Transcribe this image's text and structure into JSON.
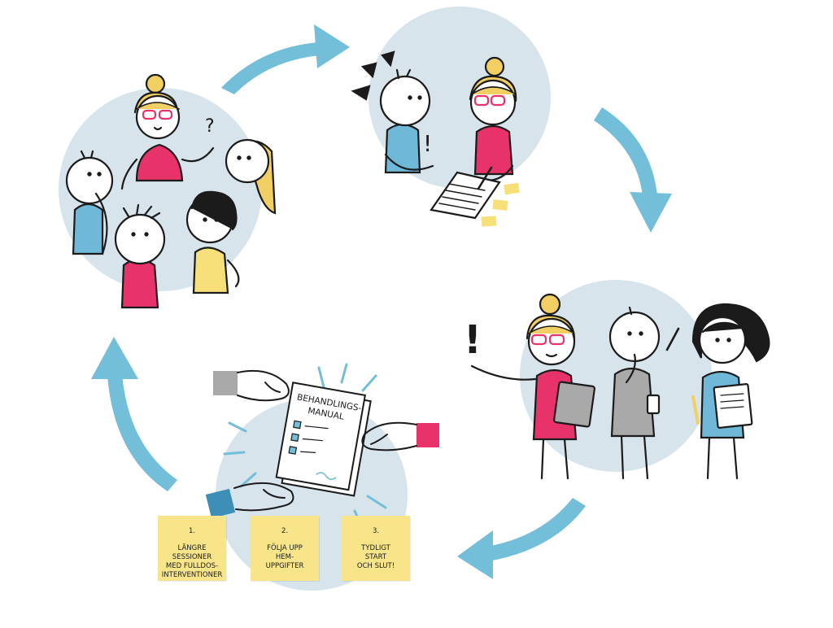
{
  "manual": {
    "title_line1": "BEHANDLINGS-",
    "title_line2": "MANUAL"
  },
  "marks": {
    "question": "?",
    "exclaim_small": "!",
    "exclaim_big": "!"
  },
  "notes": [
    {
      "number": "1.",
      "text": "LÄNGRE SESSIONER\nMED FULLDOS-\nINTERVENTIONER"
    },
    {
      "number": "2.",
      "text": "FÖLJA UPP\nHEM-\nUPPGIFTER"
    },
    {
      "number": "3.",
      "text": "TYDLIGT\nSTART\nOCH SLUT!"
    }
  ],
  "colors": {
    "circle": "#d7e4ec",
    "arrow": "#73bed9",
    "pink": "#e8336a",
    "blue": "#6fb8d8",
    "yellow": "#f7df7a",
    "gray": "#a9a9a9",
    "hair": "#f2cf63",
    "glasses": "#e8336a"
  }
}
